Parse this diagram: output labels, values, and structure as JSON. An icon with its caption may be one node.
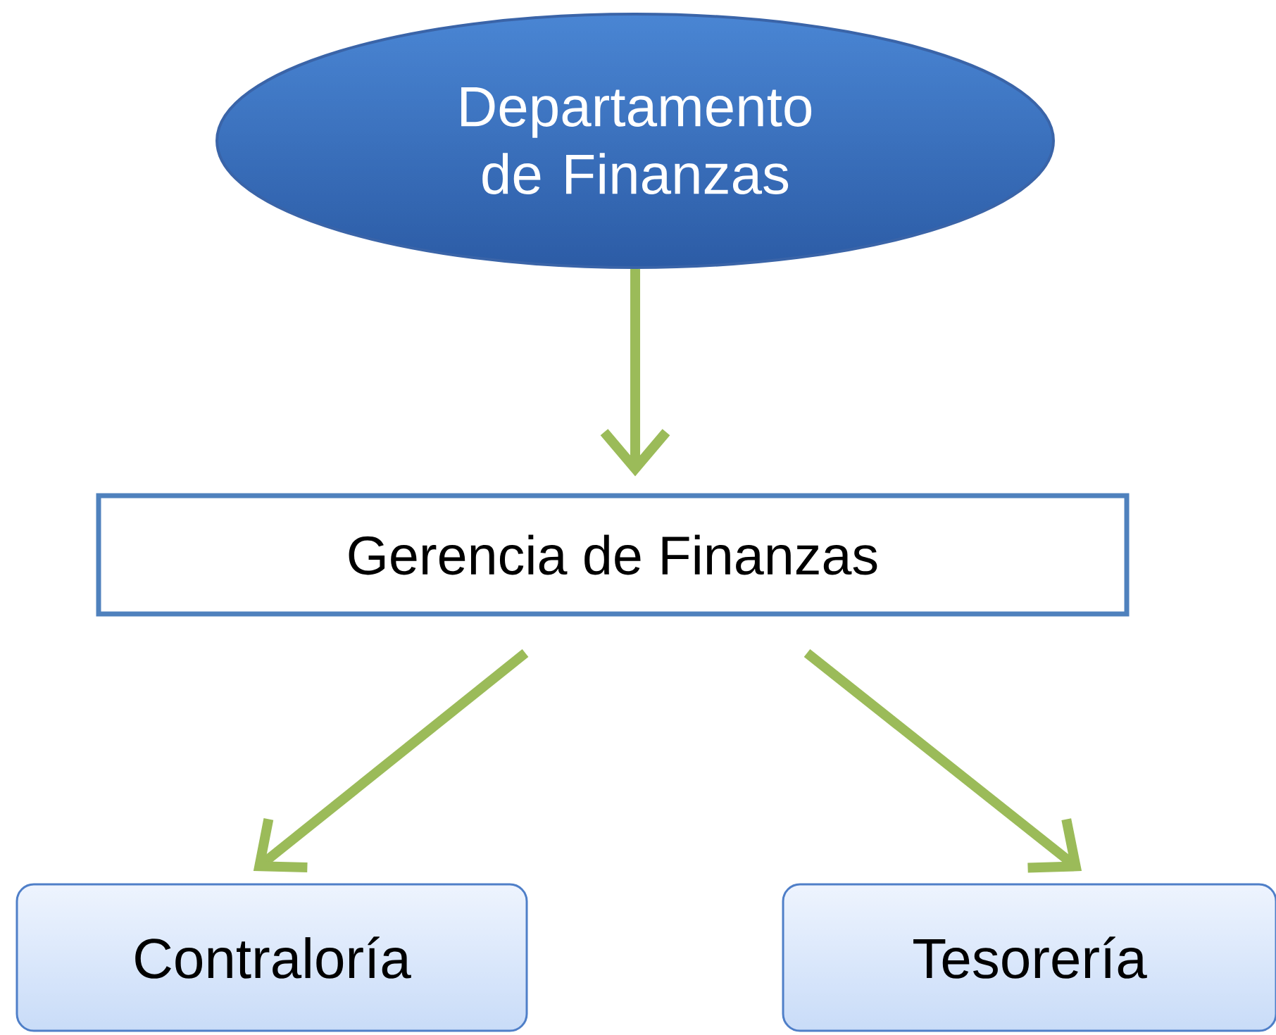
{
  "diagram": {
    "nodes": [
      {
        "text": [
          "Departamento de Finanzas"
        ]
      },
      {
        "text": [
          "Gerencia de Finanzas"
        ]
      },
      {
        "text": [
          "Contraloría"
        ]
      },
      {
        "text": [
          "Tesorería"
        ]
      }
    ],
    "edges": [
      {
        "from": 0,
        "to": 1,
        "arrow": "to"
      },
      {
        "from": 1,
        "to": 2,
        "arrow": "to"
      },
      {
        "from": 1,
        "to": 3,
        "arrow": "to"
      }
    ]
  }
}
